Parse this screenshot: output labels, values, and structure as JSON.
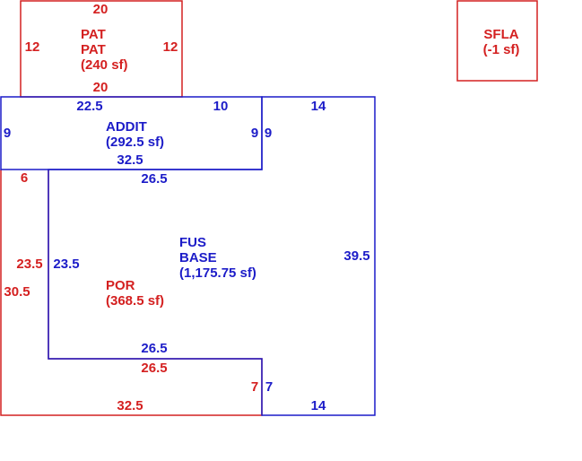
{
  "colors": {
    "red": "#d42020",
    "blue": "#1c1cc8"
  },
  "areas": {
    "pat": {
      "code1": "PAT",
      "code2": "PAT",
      "area": "(240 sf)"
    },
    "sfla": {
      "code": "SFLA",
      "area": "(-1 sf)"
    },
    "addit": {
      "code": "ADDIT",
      "area": "(292.5 sf)"
    },
    "fus": {
      "code1": "FUS",
      "code2": "BASE",
      "area": "(1,175.75 sf)"
    },
    "por": {
      "code": "POR",
      "area": "(368.5 sf)"
    }
  },
  "dims": {
    "pat_top": "20",
    "pat_left": "12",
    "pat_right": "12",
    "pat_bottom": "20",
    "addit_top_left": "22.5",
    "addit_top_right": "10",
    "addit_left": "9",
    "addit_right": "9",
    "addit_bottom": "32.5",
    "base_top": "14",
    "base_left_inner": "9",
    "base_right": "39.5",
    "base_inner_left": "23.5",
    "base_inner_top": "26.5",
    "base_inner_bottom": "26.5",
    "base_step": "7",
    "base_bottom": "14",
    "por_top": "6",
    "por_left_outer": "30.5",
    "por_left_inner": "23.5",
    "por_inner_bottom": "26.5",
    "por_step": "7",
    "por_bottom": "32.5"
  }
}
